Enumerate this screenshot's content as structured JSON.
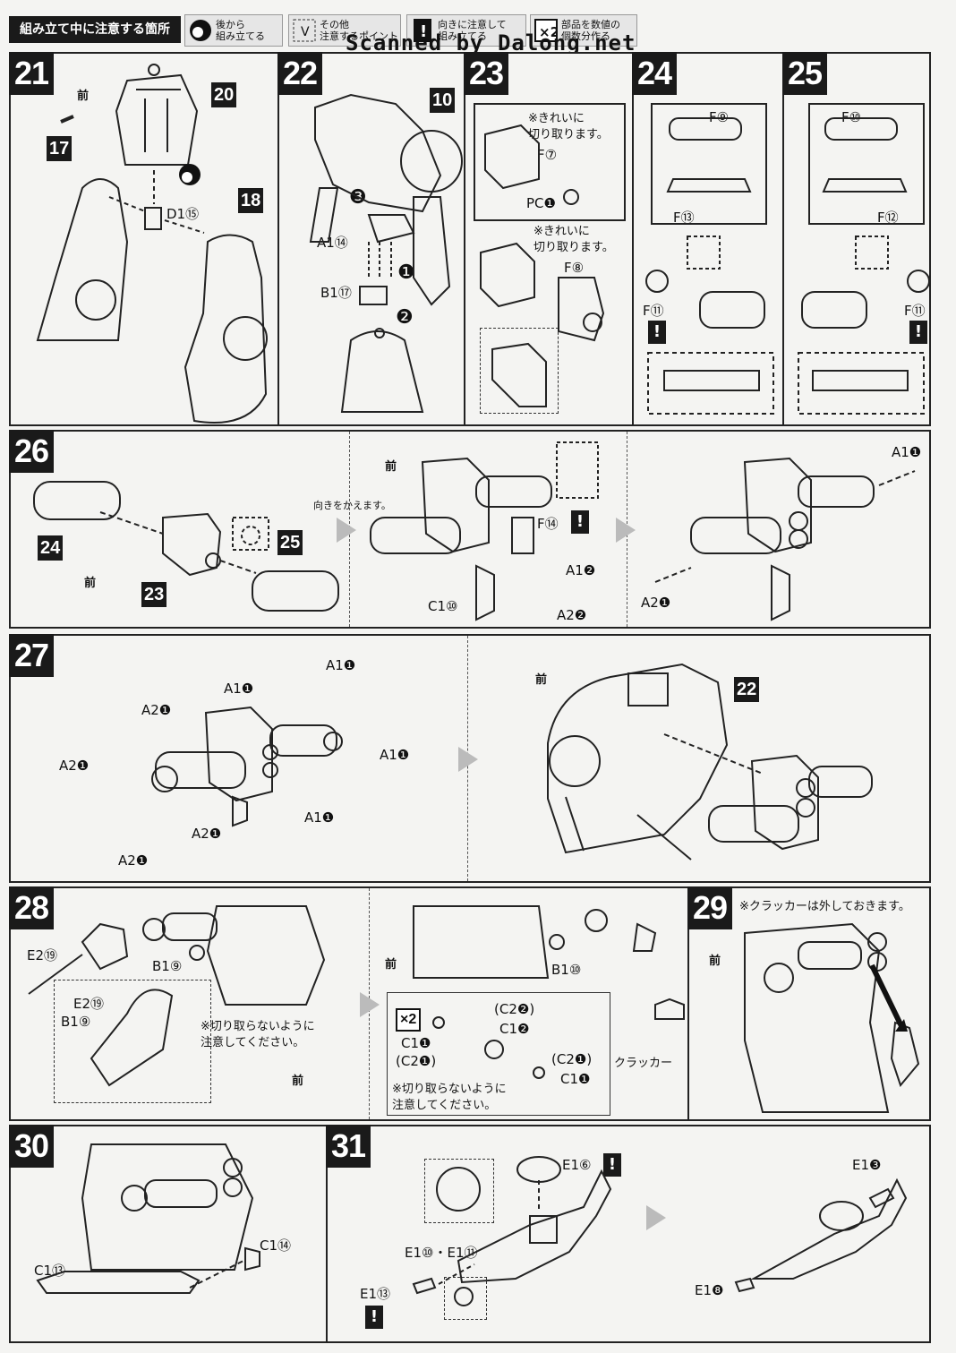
{
  "header": {
    "title": "組み立て中に注意する箇所",
    "legend": [
      {
        "icon": "back-assemble-icon",
        "text": "後から\n組み立てる"
      },
      {
        "icon": "other-note-icon",
        "text": "その他\n注意するポイント"
      },
      {
        "icon": "direction-warning-icon",
        "text": "向きに注意して\n組み立てる"
      },
      {
        "icon": "multiply-count-icon",
        "text": "部品を数値の\n個数分作る"
      }
    ],
    "watermark": "Scanned by Dalong.net"
  },
  "steps": {
    "s21": {
      "num": "21",
      "front": "前",
      "tags": [
        "20",
        "17",
        "18"
      ],
      "labels": [
        "D1⑮"
      ]
    },
    "s22": {
      "num": "22",
      "tags": [
        "10"
      ],
      "labels": [
        "A1⑭",
        "B1⑰"
      ],
      "order": [
        "❶",
        "❷",
        "❸"
      ]
    },
    "s23": {
      "num": "23",
      "notes": [
        "※きれいに\n切り取ります。",
        "※きれいに\n切り取ります。"
      ],
      "labels": [
        "F⑦",
        "PC❶",
        "F⑧"
      ]
    },
    "s24": {
      "num": "24",
      "labels": [
        "F⑨",
        "F⑬",
        "F⑪"
      ]
    },
    "s25": {
      "num": "25",
      "labels": [
        "F⑩",
        "F⑫",
        "F⑪"
      ]
    },
    "s26": {
      "num": "26",
      "front": "前",
      "tags": [
        "24",
        "23",
        "25"
      ],
      "note": "向きをかえます。",
      "labels": [
        "F⑭",
        "A1❷",
        "A2❷",
        "C1⑩",
        "A1❶",
        "A2❶"
      ]
    },
    "s27": {
      "num": "27",
      "front": "前",
      "tags": [
        "22"
      ],
      "labels": [
        "A1❶",
        "A1❶",
        "A2❶",
        "A2❶",
        "A1❶",
        "A1❶",
        "A2❶",
        "A2❶"
      ]
    },
    "s28": {
      "num": "28",
      "front": "前",
      "labels": [
        "E2⑲",
        "B1⑨",
        "E2⑲",
        "B1⑨",
        "B1⑩",
        "C1❶",
        "(C2❶)",
        "(C2❷)",
        "C1❷",
        "(C2❶)",
        "C1❶",
        "クラッカー"
      ],
      "notes": [
        "※切り取らないように\n注意してください。",
        "※切り取らないように\n注意してください。"
      ],
      "mult": "×2"
    },
    "s29": {
      "num": "29",
      "front": "前",
      "note": "※クラッカーは外しておきます。"
    },
    "s30": {
      "num": "30",
      "labels": [
        "C1⑬",
        "C1⑭"
      ]
    },
    "s31": {
      "num": "31",
      "labels": [
        "E1⑥",
        "E1⑩・E1⑪",
        "E1⑬",
        "E1❸",
        "E1❽"
      ]
    }
  }
}
